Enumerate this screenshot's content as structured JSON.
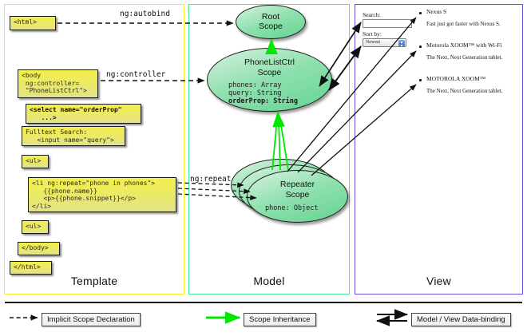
{
  "columns": [
    {
      "key": "template",
      "label": "Template",
      "border": "#f5ed2a"
    },
    {
      "key": "model",
      "label": "Model",
      "border": "#4be79a"
    },
    {
      "key": "view",
      "label": "View",
      "border": "#6a51e0"
    }
  ],
  "template": {
    "boxes": [
      {
        "name": "html-open-box",
        "text": "<html>",
        "bold": false
      },
      {
        "name": "body-controller-box",
        "text": "<body\n ng:controller=\n \"PhoneListCtrl\">",
        "bold": false
      },
      {
        "name": "select-orderprop-box",
        "text": "<select name=\"orderProp\"\n   ...>",
        "bold": true
      },
      {
        "name": "fulltext-search-box",
        "text": "Fulltext Search:\n   <input name=\"query\">",
        "bold": false
      },
      {
        "name": "ul-open-box",
        "text": "<ul>",
        "bold": false
      },
      {
        "name": "li-ngrepeat-box",
        "text": "<li ng:repeat=\"phone in phones\">\n   {{phone.name}}\n   <p>{{phone.snippet}}</p>\n</li>",
        "bold": false
      },
      {
        "name": "ul-close-box",
        "text": "<ul>",
        "bold": false
      },
      {
        "name": "body-close-box",
        "text": "</body>",
        "bold": false
      },
      {
        "name": "html-close-box",
        "text": "</html>",
        "bold": false
      }
    ]
  },
  "model": {
    "root_scope": {
      "title_line1": "Root",
      "title_line2": "Scope"
    },
    "phonelist_scope": {
      "title_line1": "PhoneListCtrl",
      "title_line2": "Scope",
      "props_line1": "phones: Array",
      "props_line2": "query: String",
      "props_line3": "orderProp: String"
    },
    "repeater_scope": {
      "title_line1": "Repeater",
      "title_line2": "Scope",
      "props_line1": "phone: Object"
    }
  },
  "edges": {
    "autobind": "ng:autobind",
    "controller": "ng:controller",
    "repeat": "ng:repeat"
  },
  "view": {
    "search_label": "Search:",
    "search_value": "",
    "sort_label": "Sort by:",
    "sort_selected": "Newest",
    "items": [
      {
        "title": "Nexus S",
        "desc": "Fast just got faster with Nexus S."
      },
      {
        "title": "Motorola XOOM™  with Wi-Fi",
        "desc": "The Next, Next Generation tablet."
      },
      {
        "title": "MOTOROLA XOOM™",
        "desc": "The Next, Next Generation tablet."
      }
    ]
  },
  "legend": {
    "implicit": "Implicit Scope Declaration",
    "inheritance": "Scope Inheritance",
    "databinding": "Model / View Data-binding",
    "inheritance_color": "#00e800"
  }
}
